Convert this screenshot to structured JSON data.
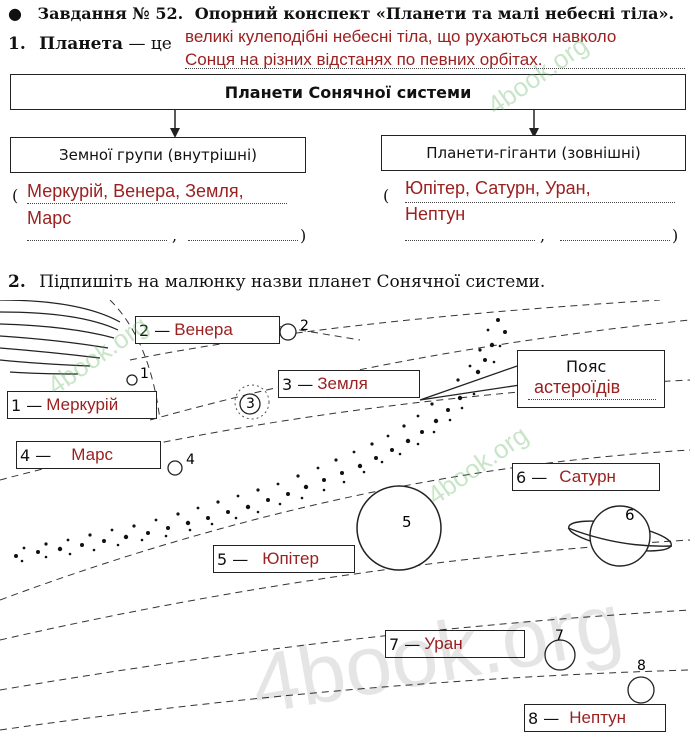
{
  "task": {
    "bullet": "●",
    "label": "Завдання № 52.",
    "title": "Опорний конспект «Планети та малі небесні тіла»."
  },
  "q1": {
    "number": "1.",
    "term": "Планета",
    "dash": "— це",
    "answer_line1": "великі кулеподібні небесні тіла, що рухаються навколо",
    "answer_line2": "Сонця на різних відстанях по певних орбітах."
  },
  "scheme": {
    "header": "Планети Сонячної системи",
    "left_title": "Земної групи (внутрішні)",
    "left_answer_line1": "Меркурій, Венера, Земля,",
    "left_answer_line2": "Марс",
    "right_title": "Планети-гіганти (зовнішні)",
    "right_answer_line1": "Юпітер, Сатурн, Уран,",
    "right_answer_line2": "Нептун",
    "paren_open": "(",
    "paren_close": ")",
    "comma": ","
  },
  "q2": {
    "number": "2.",
    "text": "Підпишіть на малюнку назви планет Сонячної системи."
  },
  "labels": [
    {
      "num": "1 —",
      "name": "Меркурій"
    },
    {
      "num": "2 —",
      "name": "Венера"
    },
    {
      "num": "3 —",
      "name": "Земля"
    },
    {
      "num": "4 —",
      "name": "Марс"
    },
    {
      "num": "5 —",
      "name": "Юпітер"
    },
    {
      "num": "6 —",
      "name": "Сатурн"
    },
    {
      "num": "7 —",
      "name": "Уран"
    },
    {
      "num": "8 —",
      "name": "Нептун"
    }
  ],
  "belt": {
    "title": "Пояс",
    "answer": "астероїдів"
  },
  "planet_numbers": [
    "1",
    "2",
    "3",
    "4",
    "5",
    "6",
    "7",
    "8"
  ],
  "watermark": "4book.org",
  "colors": {
    "answer": "#9b2121",
    "watermark": "#7fbf7f"
  }
}
